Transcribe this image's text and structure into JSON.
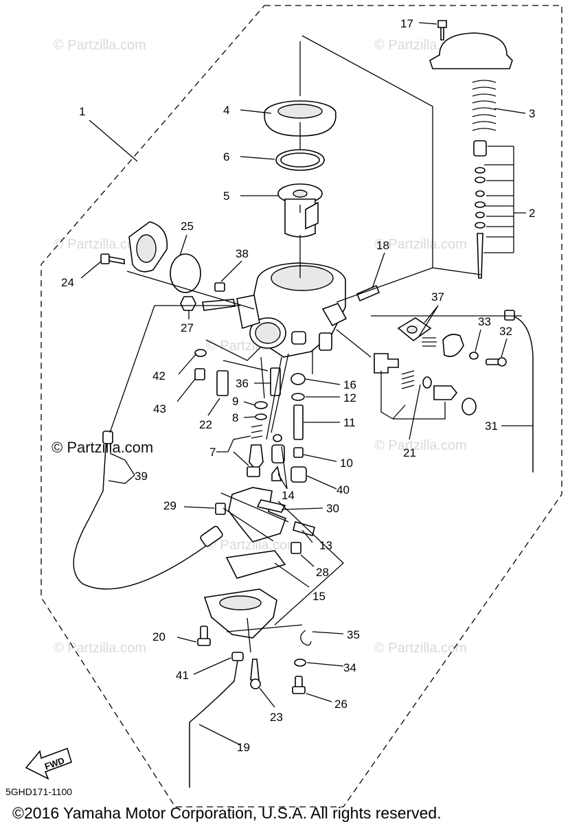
{
  "diagram": {
    "callouts": [
      "1",
      "2",
      "3",
      "4",
      "5",
      "6",
      "7",
      "8",
      "9",
      "10",
      "11",
      "12",
      "13",
      "14",
      "15",
      "16",
      "17",
      "18",
      "19",
      "20",
      "21",
      "22",
      "23",
      "24",
      "25",
      "26",
      "27",
      "28",
      "29",
      "30",
      "31",
      "32",
      "33",
      "34",
      "35",
      "36",
      "37",
      "38",
      "39",
      "40",
      "41",
      "42",
      "43"
    ],
    "watermarks": [
      "© Partzilla.com",
      "© Partzilla.com",
      "© Partzilla.com",
      "© Partzilla.com",
      "© Partzilla.com",
      "© Partzilla.com",
      "© Partzilla.com",
      "© Partzilla.com",
      "© Partzilla.com"
    ],
    "watermark_main": "© Partzilla.com",
    "fwd_label": "FWD",
    "diagram_code": "5GHD171-1100",
    "copyright": "©2016 Yamaha Motor Corporation, U.S.A. All rights reserved."
  }
}
